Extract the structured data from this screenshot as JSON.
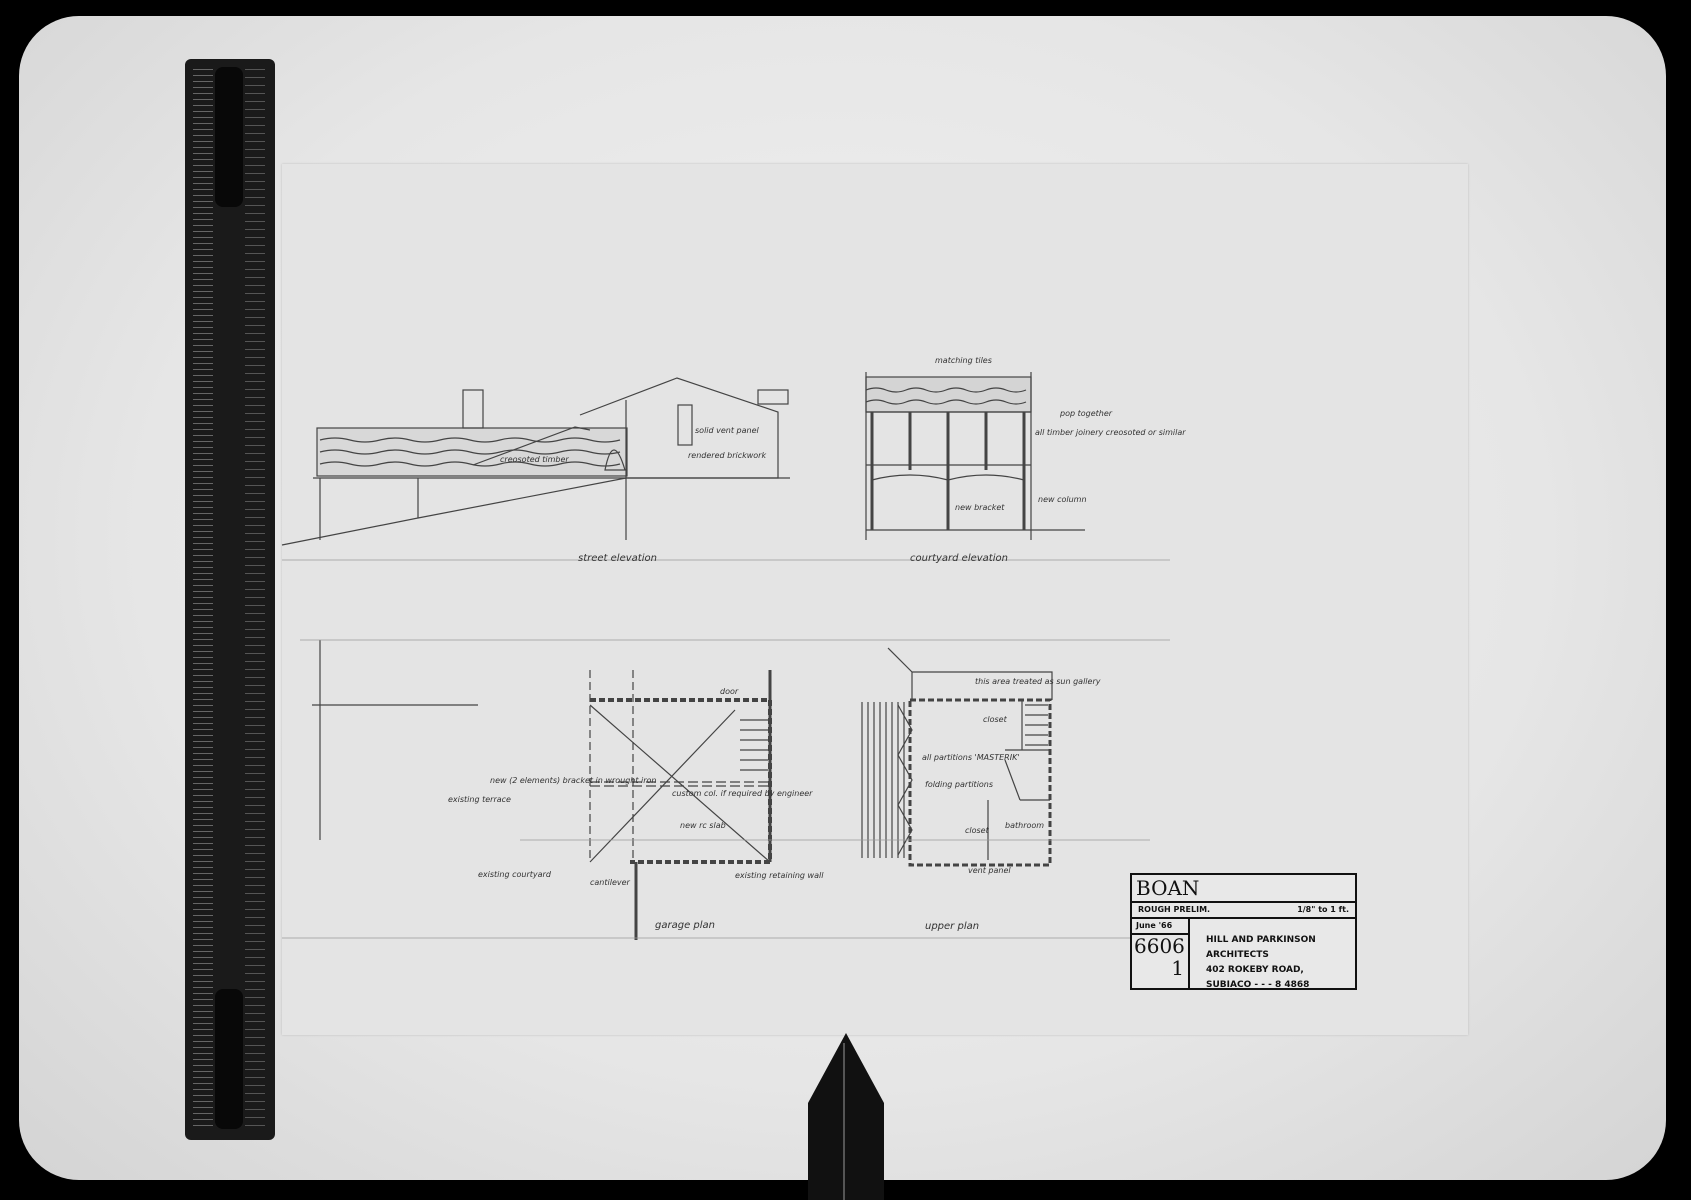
{
  "drawing": {
    "views": {
      "street_elevation": {
        "caption": "street elevation",
        "labels": [
          "creosoted timber",
          "solid vent panel",
          "rendered brickwork"
        ]
      },
      "courtyard_elevation": {
        "caption": "courtyard elevation",
        "labels": [
          "matching tiles",
          "pop together",
          "all timber joinery creosoted or similar",
          "new bracket",
          "new column"
        ]
      },
      "garage_plan": {
        "caption": "garage plan",
        "labels": [
          "door",
          "new (2 elements) bracket in wrought iron",
          "existing terrace",
          "custom col. if required by engineer",
          "new rc slab",
          "existing courtyard",
          "cantilever",
          "existing retaining wall"
        ]
      },
      "upper_plan": {
        "caption": "upper plan",
        "labels": [
          "this area treated as sun gallery",
          "closet",
          "all partitions 'MASTERIK'",
          "folding partitions",
          "closet",
          "bathroom",
          "vent panel"
        ]
      }
    },
    "title_block": {
      "client": "BOAN",
      "stage": "ROUGH PRELIM.",
      "scale": "1/8\" to 1 ft.",
      "date": "June '66",
      "job_number": "6606",
      "sheet_number": "1",
      "firm": [
        "HILL AND PARKINSON",
        "ARCHITECTS",
        "402 ROKEBY ROAD,",
        "SUBIACO - - - 8 4868"
      ]
    }
  },
  "colors": {
    "background": "#000000",
    "lightbox": "#e6e6e6",
    "paper": "#e4e4e4",
    "ink": "#333333"
  }
}
